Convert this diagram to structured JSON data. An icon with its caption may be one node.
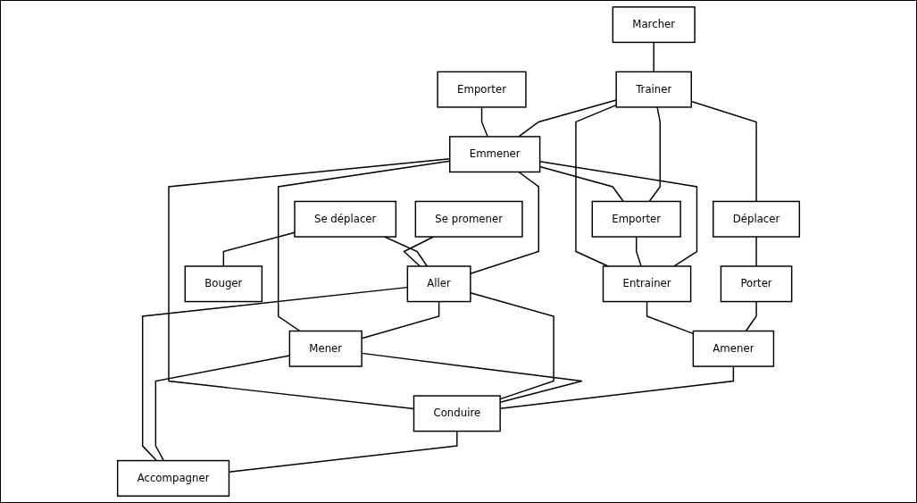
{
  "diagram": {
    "nodes": [
      {
        "text": [
          "Marcher"
        ]
      },
      {
        "text": [
          "Emporter"
        ]
      },
      {
        "text": [
          "Se promener"
        ]
      },
      {
        "text": [
          "Se déplacer"
        ]
      },
      {
        "text": [
          "Trainer"
        ]
      },
      {
        "text": [
          "Emmener"
        ]
      },
      {
        "text": [
          "Aller"
        ]
      },
      {
        "text": [
          "Emporter"
        ]
      },
      {
        "text": [
          "Mener"
        ]
      },
      {
        "text": [
          "Bouger"
        ]
      },
      {
        "text": [
          "Déplacer"
        ]
      },
      {
        "text": [
          "Entrainer"
        ]
      },
      {
        "text": [
          "Porter"
        ]
      },
      {
        "text": [
          "Amener"
        ]
      },
      {
        "text": [
          "Conduire"
        ]
      },
      {
        "text": [
          "Accompagner"
        ]
      }
    ],
    "edges": [
      {
        "from": 0,
        "to": 4,
        "arrow": "none"
      },
      {
        "from": 1,
        "to": 5,
        "arrow": "none"
      },
      {
        "from": 2,
        "to": 6,
        "arrow": "none"
      },
      {
        "from": 3,
        "to": 6,
        "arrow": "none"
      },
      {
        "from": 3,
        "to": 9,
        "arrow": "none"
      },
      {
        "from": 4,
        "to": 5,
        "arrow": "none"
      },
      {
        "from": 5,
        "to": 6,
        "arrow": "none"
      },
      {
        "from": 5,
        "to": 7,
        "arrow": "none"
      },
      {
        "from": 4,
        "to": 7,
        "arrow": "none"
      },
      {
        "from": 4,
        "to": 10,
        "arrow": "none"
      },
      {
        "from": 4,
        "to": 11,
        "arrow": "none"
      },
      {
        "from": 7,
        "to": 11,
        "arrow": "none"
      },
      {
        "from": 5,
        "to": 11,
        "arrow": "none"
      },
      {
        "from": 5,
        "to": 8,
        "arrow": "none"
      },
      {
        "from": 5,
        "to": 14,
        "arrow": "none"
      },
      {
        "from": 6,
        "to": 8,
        "arrow": "none"
      },
      {
        "from": 6,
        "to": 14,
        "arrow": "none"
      },
      {
        "from": 6,
        "to": 15,
        "arrow": "none"
      },
      {
        "from": 8,
        "to": 14,
        "arrow": "none"
      },
      {
        "from": 8,
        "to": 15,
        "arrow": "none"
      },
      {
        "from": 10,
        "to": 12,
        "arrow": "none"
      },
      {
        "from": 11,
        "to": 13,
        "arrow": "none"
      },
      {
        "from": 12,
        "to": 13,
        "arrow": "none"
      },
      {
        "from": 13,
        "to": 14,
        "arrow": "none"
      },
      {
        "from": 14,
        "to": 15,
        "arrow": "none"
      }
    ]
  }
}
